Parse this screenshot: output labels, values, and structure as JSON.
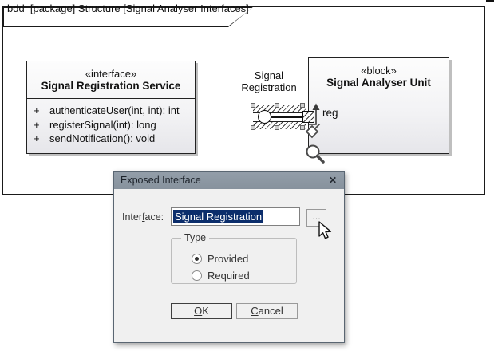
{
  "colors": {
    "titlebar": "#8a95a0",
    "selection_highlight": "#0b2d6b",
    "dialog_background": "#f0f0f0",
    "box_border": "#222222",
    "box_shadow": "#bfbfbf"
  },
  "frame": {
    "title": "bdd  [package] Structure [Signal Analyser Interfaces]"
  },
  "diagram": {
    "interface_box": {
      "stereotype": "«interface»",
      "name": "Signal Registration Service",
      "operations": [
        {
          "visibility": "+",
          "signature": "authenticateUser(int, int): int"
        },
        {
          "visibility": "+",
          "signature": "registerSignal(int): long"
        },
        {
          "visibility": "+",
          "signature": "sendNotification(): void"
        }
      ]
    },
    "block_box": {
      "stereotype": "«block»",
      "name": "Signal Analyser Unit"
    },
    "exposed_interface": {
      "label": "Signal Registration",
      "port_label": "reg"
    }
  },
  "dialog": {
    "title": "Exposed Interface",
    "close_icon": "✕",
    "interface_field": {
      "label_pre": "Inter",
      "label_mnemonic": "f",
      "label_post": "ace:",
      "value": "Signal Registration",
      "browse_label": "…"
    },
    "type_group": {
      "legend": "Type",
      "options": [
        {
          "label": "Provided",
          "selected": true
        },
        {
          "label": "Required",
          "selected": false
        }
      ]
    },
    "buttons": {
      "ok_mnemonic": "O",
      "ok_rest": "K",
      "cancel_mnemonic": "C",
      "cancel_rest": "ancel"
    }
  }
}
